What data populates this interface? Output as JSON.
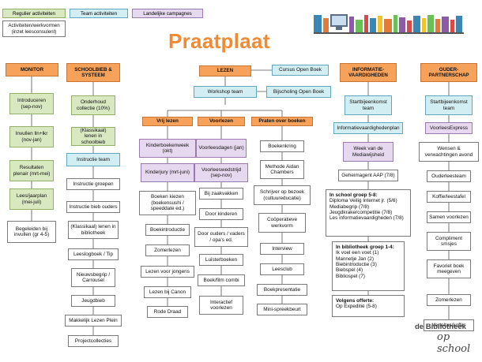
{
  "title": "Praatplaat",
  "legend": {
    "regular": "Regulier activiteiten",
    "team": "Team activiteiten",
    "national": "Landelijke campagnes",
    "other": [
      "Activiteiten/werkvormen",
      "(inzet leesconsulent)"
    ]
  },
  "brand": {
    "line1": "de Bibliotheek",
    "line2": "op school"
  },
  "colors": {
    "header": "#f6a25b",
    "green": "#d8e8c1",
    "teal": "#d3eef2",
    "purple": "#e6d8ee",
    "title": "#f08a33"
  },
  "monitor": {
    "header": "MONITOR",
    "items": [
      "Introduceren (sep-nov)",
      "Invullen lln+lkr (nov-jan)",
      "Resultaten plenair (mrt-mei)",
      "Lees/jaarplan (mei-juli)",
      "Begeleiden bij invullen (gr 4-5)"
    ]
  },
  "schoolbieb": {
    "header": "SCHOOLBIEB & SYSTEEM",
    "items": [
      "Onderhoud collectie (10%)",
      "(Klassikaal) lenen in schoolbieb",
      "Instructie team",
      "Instructie groepen",
      "Instructie bieb ouders",
      "(Klassikaal) lenen in bibliotheek",
      "Leeslogboek / Tip",
      "Nieuwsbegrip / Carrousel",
      "Jeugdbieb",
      "Makkelijk Lezen Plein",
      "Projectcollecties"
    ]
  },
  "lezen": {
    "header": "LEZEN",
    "cursus": "Cursus Open Boek",
    "workshop": "Workshop team",
    "bijscholing": "Bijscholing Open Boek",
    "vrij": {
      "header": "Vrij lezen",
      "items": [
        "Kinderboekenweek (okt)",
        "Kinderjury (mrt-juni)",
        "Boeken kiezen (boekensushi / speeddate ed.)",
        "Boekintroductie",
        "Zomerlezen",
        "Lezen voor jongens",
        "Lezen bij Canon",
        "Rode Draad"
      ]
    },
    "voorlezen": {
      "header": "Voorlezen",
      "items": [
        "Voorleesdagen (jan)",
        "Voorleeswedstrijd (sep-nov)",
        "Bij zaakvakken",
        "Door kinderen",
        "Door ouders / vaders / opa's ed.",
        "Luisterboeken",
        "Boek/film combi",
        "Interactief voorlezen"
      ]
    },
    "praten": {
      "header": "Praten over boeken",
      "items": [
        "Boekenkring",
        "Methode Aidan Chambers",
        "Schrijver op bezoek (cultuureducatie)",
        "Coöperatieve werkvorm",
        "Interview",
        "Leesclub",
        "Boekpresentatie",
        "Mini-spreekbeurt"
      ]
    }
  },
  "info": {
    "header": "INFORMATIE-VAARDIGHEDEN",
    "items": [
      "Startbijeenkomst team",
      "Informatievaardighedenplan",
      "Week van de Mediawijsheid",
      "Geheimagent AAP (7/8)"
    ],
    "school_title": "In school groep 5-8:",
    "school_items": [
      "Diploma Veilig Internet jr. (5/6)",
      "Mediabegrip (7/8)",
      "Jeugdkrakercompetitie (7/8)",
      "Les informatievaardigheden (7/8)"
    ],
    "bieb_title": "In bibliotheek groep 1-4:",
    "bieb_items": [
      "Ik voel een voet (1)",
      "Mannetje Jan (2)",
      "Biebintroductie (3)",
      "Biebspel (4)",
      "Bibliospel (7)"
    ],
    "offerte_title": "Volgens offerte:",
    "offerte_items": [
      "Op Expeditie (5-8)"
    ]
  },
  "ouder": {
    "header": "OUDER-PARTNERSCHAP",
    "items": [
      "Startbijeenkomst team",
      "VoorleesExpress",
      "Wensen & verwachtingen avond",
      "Ouderleesteam",
      "Koffie/leestafel",
      "Samen voorlezen",
      "Compliment smsjes",
      "Favoriet boek meegeven",
      "Zomerlezen",
      "Verteltas/koffer"
    ]
  }
}
